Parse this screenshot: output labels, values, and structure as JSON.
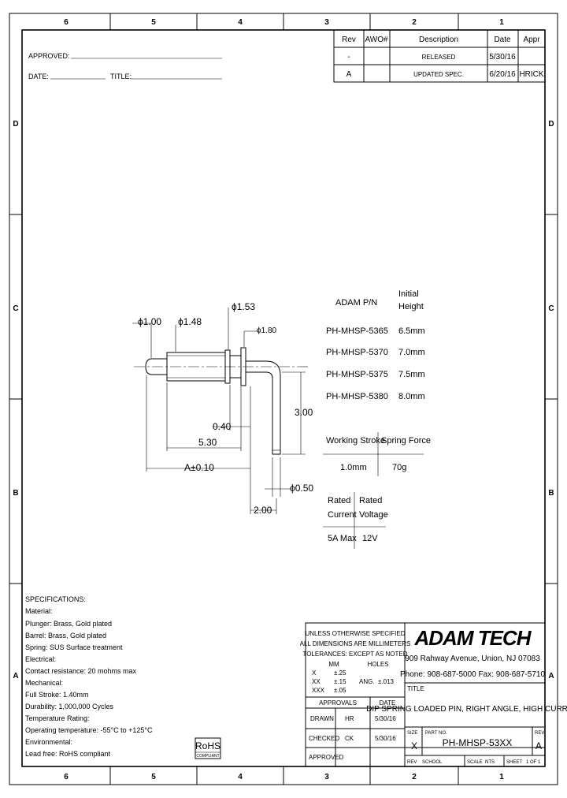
{
  "zones": {
    "columns": [
      "6",
      "5",
      "4",
      "3",
      "2",
      "1"
    ],
    "rows": [
      "D",
      "C",
      "B",
      "A"
    ]
  },
  "approval_header": {
    "approved_label": "APPROVED:",
    "date_label": "DATE:",
    "title_label": "TITLE:"
  },
  "revision_table": {
    "headers": [
      "Rev",
      "AWO#",
      "Description",
      "Date",
      "Appr"
    ],
    "rows": [
      [
        "-",
        "",
        "RELEASED",
        "5/30/16",
        ""
      ],
      [
        "A",
        "",
        "UPDATED SPEC.",
        "6/20/16",
        "HRICK"
      ]
    ]
  },
  "dimensions": {
    "d_plunger": "ϕ1.00",
    "d_body": "ϕ1.48",
    "d_flange": "ϕ1.53",
    "d_collar": "ϕ1.80",
    "flange_offset": "0.40",
    "body_length": "5.30",
    "overall_length": "A±0.10",
    "tail_height": "3.00",
    "tail_offset": "2.00",
    "d_tail": "ϕ0.50"
  },
  "part_table": {
    "header_pn": "ADAM P/N",
    "header_height_1": "Initial",
    "header_height_2": "Height",
    "rows": [
      [
        "PH-MHSP-5365",
        "6.5mm"
      ],
      [
        "PH-MHSP-5370",
        "7.0mm"
      ],
      [
        "PH-MHSP-5375",
        "7.5mm"
      ],
      [
        "PH-MHSP-5380",
        "8.0mm"
      ]
    ]
  },
  "stroke_table": {
    "headers": [
      "Working Stroke",
      "Spring Force"
    ],
    "values": [
      "1.0mm",
      "70g"
    ]
  },
  "rating_table": {
    "header_current_1": "Rated",
    "header_current_2": "Current",
    "header_voltage_1": "Rated",
    "header_voltage_2": "Voltage",
    "values": [
      "5A Max",
      "12V"
    ]
  },
  "specifications": [
    "SPECIFICATIONS:",
    "Material:",
    "Plunger: Brass, Gold plated",
    "Barrel: Brass, Gold plated",
    "Spring: SUS Surface treatment",
    "Electrical:",
    "Contact resistance: 20 mohms max",
    "Mechanical:",
    "Full Stroke: 1.40mm",
    "Durability: 1,000,000 Cycles",
    "Temperature Rating:",
    "Operating temperature: -55°C to +125°C",
    "Environmental:",
    "Lead free: RoHS compliant"
  ],
  "rohs": {
    "mark": "RoHS",
    "sub": "COMPLIANT"
  },
  "tolerances": {
    "lines": [
      "UNLESS OTHERWISE SPECIFIED",
      "ALL DIMENSIONS ARE MILLIMETERS",
      "TOLERANCES: EXCEPT AS NOTED",
      "MM",
      "HOLES"
    ],
    "x_label": "X",
    "x_value": "±.25",
    "xx_label": "XX",
    "xx_value": "±.15",
    "xxx_label": "XXX",
    "xxx_value": "±.05",
    "angle_label": "ANG.",
    "angle_value": "±.013"
  },
  "approvals": {
    "header_approvals": "APPROVALS",
    "header_date": "DATE",
    "rows": [
      [
        "DRAWN",
        "HR",
        "5/30/16"
      ],
      [
        "CHECKED",
        "CK",
        "5/30/16"
      ],
      [
        "APPROVED",
        "",
        ""
      ]
    ]
  },
  "company": {
    "name": "ADAM TECH",
    "address": "909 Rahway Avenue, Union, NJ 07083",
    "phone": "Phone: 908-687-5000 Fax: 908-687-5710"
  },
  "title_block": {
    "title_label": "TITLE",
    "title": "DIP SPRING LOADED PIN, RIGHT ANGLE, HIGH CURRENT",
    "size_label": "SIZE",
    "size": "X",
    "part_label": "PART NO.",
    "part_number": "PH-MHSP-53XX",
    "rev_label": "REV",
    "rev": "A",
    "sheet_rev_label": "REV",
    "sheet_rev_value": "SCHOOL",
    "scale_label": "SCALE",
    "scale_value": "NTS",
    "sheet_label": "SHEET",
    "sheet_value": "1 OF 1"
  }
}
